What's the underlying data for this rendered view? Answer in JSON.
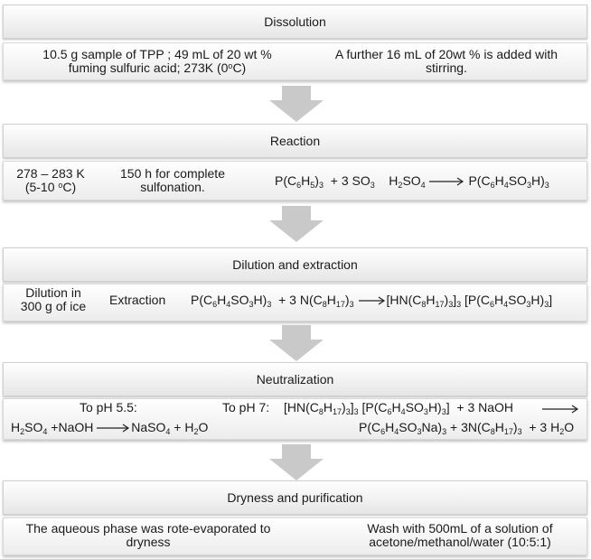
{
  "stages": [
    {
      "title": "Dissolution",
      "left_lines": [
        "10.5 g sample of TPP ; 49 mL of 20 wt %",
        "fuming sulfuric acid; 273K (0",
        "C)"
      ],
      "left_sup": "o",
      "right_lines": [
        "A further 16 mL of 20wt % is added with",
        "stirring."
      ]
    },
    {
      "title": "Reaction",
      "temp_lines": [
        "278 – 283 K",
        "(5-10 ",
        "C)"
      ],
      "temp_sup": "o",
      "time_lines": [
        "150 h for complete",
        "sulfonation."
      ],
      "eq": {
        "lhs1": "P(C",
        "lhs1_sub": "6",
        "lhs1b": "H",
        "lhs1b_sub": "5",
        "lhs1c": ")",
        "lhs1c_sub": "3",
        "plus": "+ 3 SO",
        "plus_sub": "3",
        "cat": "H",
        "cat_sub1": "2",
        "cat2": "SO",
        "cat_sub2": "4",
        "prod": "P(C",
        "prod_sub1": "6",
        "prod2": "H",
        "prod_sub2": "4",
        "prod3": "SO",
        "prod_sub3": "3",
        "prod4": "H)",
        "prod_sub4": "3"
      }
    },
    {
      "title": "Dilution and extraction",
      "dil_lines": [
        "Dilution in",
        "300 g of  ice"
      ],
      "extraction": "Extraction"
    },
    {
      "title": "Neutralization",
      "ph1": "To pH 5.5:",
      "ph2": "To pH 7:",
      "naoh": "+ 3 NaOH",
      "eq1_r": "+NaOH",
      "eq1_p": "NaSO",
      "eq1_p2": "+ H",
      "eq1_p3": "O"
    },
    {
      "title": "Dryness and purification",
      "left_lines": [
        "The aqueous phase was rote-evaporated to",
        "dryness"
      ],
      "right_lines": [
        "Wash with 500mL of a solution of",
        "acetone/methanol/water (10:5:1)"
      ]
    }
  ]
}
